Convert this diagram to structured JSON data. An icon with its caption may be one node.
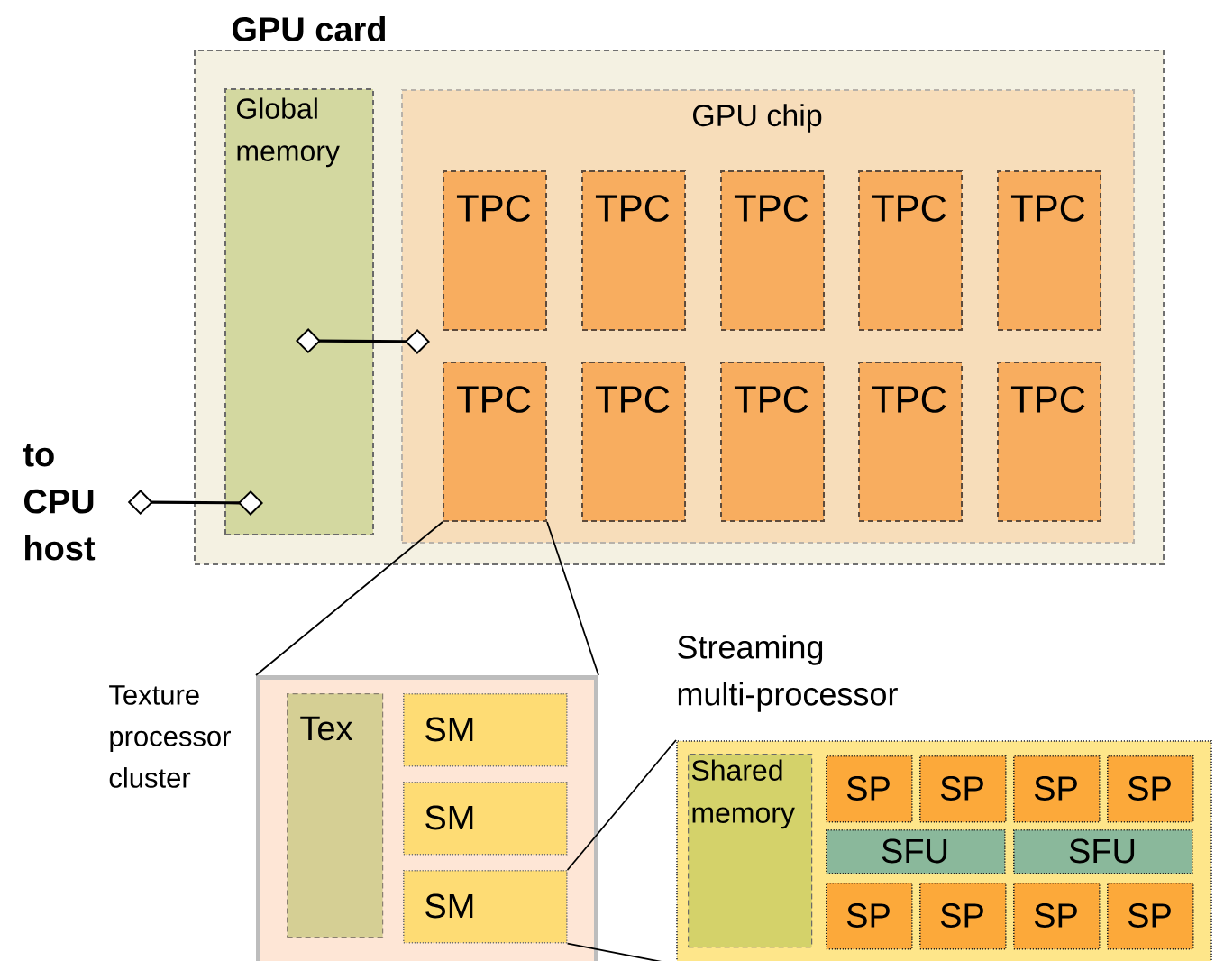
{
  "diagram": {
    "nodes": [
      {
        "text": [
          "GPU card"
        ]
      },
      {
        "text": [
          "Global memory"
        ],
        "in": 0
      },
      {
        "text": [
          "GPU chip"
        ],
        "in": 0
      },
      {
        "text": [
          "TPC"
        ],
        "in": 2
      },
      {
        "text": [
          "TPC"
        ],
        "in": 2
      },
      {
        "text": [
          "TPC"
        ],
        "in": 2
      },
      {
        "text": [
          "TPC"
        ],
        "in": 2
      },
      {
        "text": [
          "TPC"
        ],
        "in": 2
      },
      {
        "text": [
          "TPC"
        ],
        "in": 2
      },
      {
        "text": [
          "TPC"
        ],
        "in": 2
      },
      {
        "text": [
          "TPC"
        ],
        "in": 2
      },
      {
        "text": [
          "TPC"
        ],
        "in": 2
      },
      {
        "text": [
          "TPC"
        ],
        "in": 2
      },
      {
        "text": [
          "to CPU host"
        ]
      },
      {
        "text": [
          "Texture processor cluster"
        ]
      },
      {
        "text": [
          "Tex"
        ],
        "in": 14
      },
      {
        "text": [
          "SM"
        ],
        "in": 14
      },
      {
        "text": [
          "SM"
        ],
        "in": 14
      },
      {
        "text": [
          "SM"
        ],
        "in": 14
      },
      {
        "text": [
          "Streaming multi-processor"
        ]
      },
      {
        "text": [
          "Shared memory"
        ],
        "in": 19
      },
      {
        "text": [
          "SP"
        ],
        "in": 19
      },
      {
        "text": [
          "SP"
        ],
        "in": 19
      },
      {
        "text": [
          "SP"
        ],
        "in": 19
      },
      {
        "text": [
          "SP"
        ],
        "in": 19
      },
      {
        "text": [
          "SFU"
        ],
        "in": 19
      },
      {
        "text": [
          "SFU"
        ],
        "in": 19
      },
      {
        "text": [
          "SP"
        ],
        "in": 19
      },
      {
        "text": [
          "SP"
        ],
        "in": 19
      },
      {
        "text": [
          "SP"
        ],
        "in": 19
      },
      {
        "text": [
          "SP"
        ],
        "in": 19
      }
    ],
    "edges": [
      {
        "from": 13,
        "to": 1,
        "arrow": "other"
      },
      {
        "from": 1,
        "to": 2,
        "arrow": "other"
      },
      {
        "from": 8,
        "to": 14,
        "arrow": "none"
      },
      {
        "from": 8,
        "to": 14,
        "arrow": "none"
      },
      {
        "from": 18,
        "to": 19,
        "arrow": "none"
      },
      {
        "from": 18,
        "to": 19,
        "arrow": "none"
      }
    ]
  }
}
